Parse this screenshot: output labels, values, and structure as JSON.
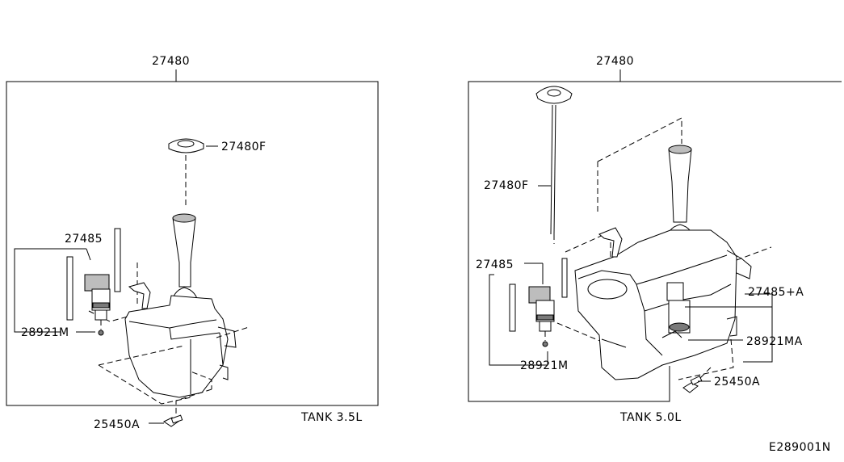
{
  "left_diagram": {
    "assembly_part": "27480",
    "cap_part": "27480F",
    "motor_part": "27485",
    "seal_part": "28921M",
    "bolt_part": "25450A",
    "tank_label": "TANK 3.5L"
  },
  "right_diagram": {
    "assembly_part": "27480",
    "cap_part": "27480F",
    "motor_part": "27485",
    "motor2_part": "27485+A",
    "seal_part": "28921M",
    "seal2_part": "28921MA",
    "bolt_part": "25450A",
    "tank_label": "TANK 5.0L"
  },
  "figure_code": "E289001N"
}
